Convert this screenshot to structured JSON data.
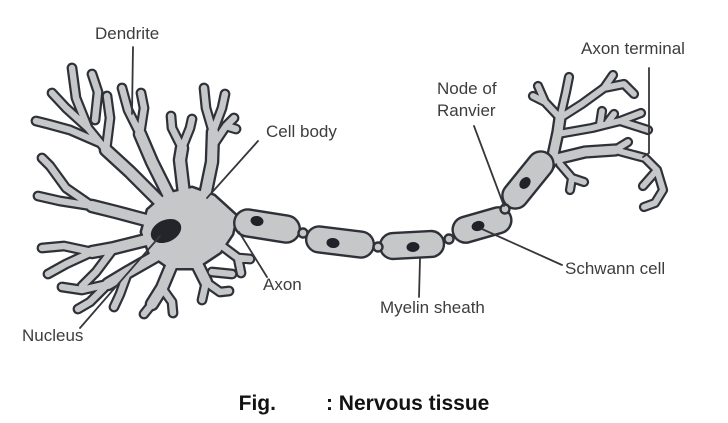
{
  "diagram": {
    "labels": {
      "dendrite": "Dendrite",
      "cell_body": "Cell body",
      "nucleus": "Nucleus",
      "axon": "Axon",
      "myelin_sheath": "Myelin sheath",
      "node_of_ranvier": {
        "line1": "Node of",
        "line2": "Ranvier"
      },
      "schwann_cell": "Schwann cell",
      "axon_terminal": "Axon terminal"
    },
    "caption": {
      "fig_prefix": "Fig.",
      "title": ": Nervous tissue"
    },
    "colors": {
      "cell_fill": "#c6c7c9",
      "outline": "#2f3138",
      "nucleus_fill": "#23252b",
      "leader_line": "#36363c",
      "label_text": "#3d3d3d",
      "caption_text": "#121212",
      "background": "#ffffff"
    }
  }
}
